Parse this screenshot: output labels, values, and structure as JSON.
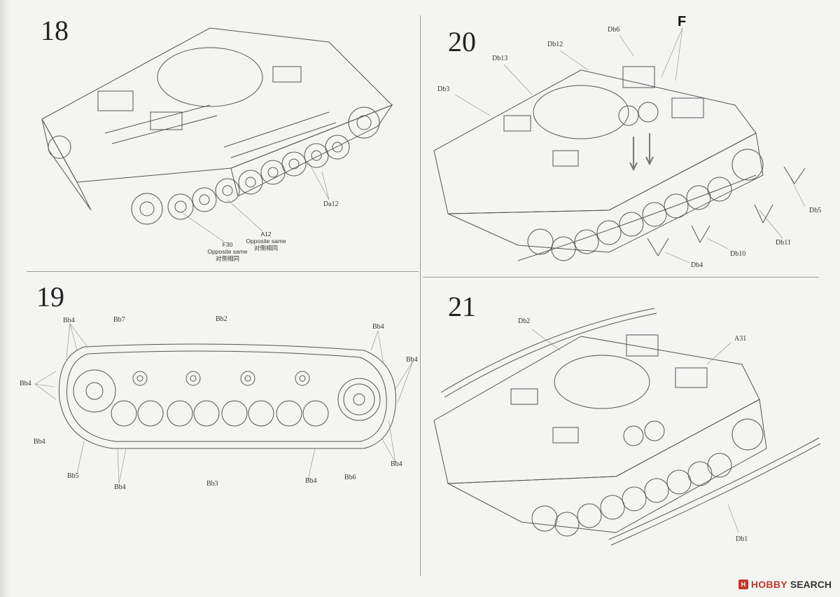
{
  "steps": {
    "s18": {
      "number": "18"
    },
    "s19": {
      "number": "19"
    },
    "s20": {
      "number": "20"
    },
    "s21": {
      "number": "21"
    }
  },
  "step18": {
    "da12": "Da12",
    "a12_code": "A12",
    "a12_en": "Opposite same",
    "a12_cn": "对侧相同",
    "f30_code": "F30",
    "f30_en": "Opposite same",
    "f30_cn": "对侧相同"
  },
  "step19": {
    "bb4": "Bb4",
    "bb7": "Bb7",
    "bb2": "Bb2",
    "bb5": "Bb5",
    "bb3": "Bb3",
    "bb6": "Bb6"
  },
  "step20": {
    "f": "F",
    "db6": "Db6",
    "db12": "Db12",
    "db13": "Db13",
    "db3": "Db3",
    "db5": "Db5",
    "db11": "Db11",
    "db10": "Db10",
    "db4": "Db4"
  },
  "step21": {
    "db2": "Db2",
    "a31": "A31",
    "db1": "Db1"
  },
  "watermark": {
    "mark": "H",
    "brand": "HOBBY",
    "brand2": "SEARCH"
  }
}
